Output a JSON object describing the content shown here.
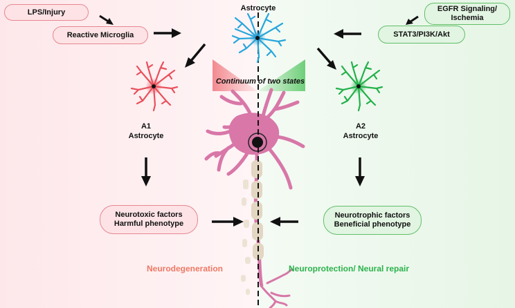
{
  "inputs": {
    "lps": "LPS/Injury",
    "microglia": "Reactive Microglia",
    "egfr_line1": "EGFR Signaling/",
    "egfr_line2": "Ischemia",
    "stat3": "STAT3/PI3K/Akt"
  },
  "center": {
    "title": "Astrocyte",
    "continuum": "Continuum of two states"
  },
  "a1": {
    "line1": "A1",
    "line2": "Astrocyte"
  },
  "a2": {
    "line1": "A2",
    "line2": "Astrocyte"
  },
  "neurotoxic": {
    "line1": "Neurotoxic factors",
    "line2": "Harmful phenotype"
  },
  "neurotrophic": {
    "line1": "Neurotrophic  factors",
    "line2": "Beneficial phenotype"
  },
  "outcomes": {
    "left": "Neurodegeneration",
    "right": "Neuroprotection/ Neural repair"
  },
  "colors": {
    "a1_red": "#e8505b",
    "a2_green": "#23b04a",
    "center_blue": "#27a6dc",
    "neuron_pink": "#d877a8",
    "myelin": "#e3d6c2",
    "left_text": "#ee7864",
    "right_text": "#2bb24c"
  }
}
